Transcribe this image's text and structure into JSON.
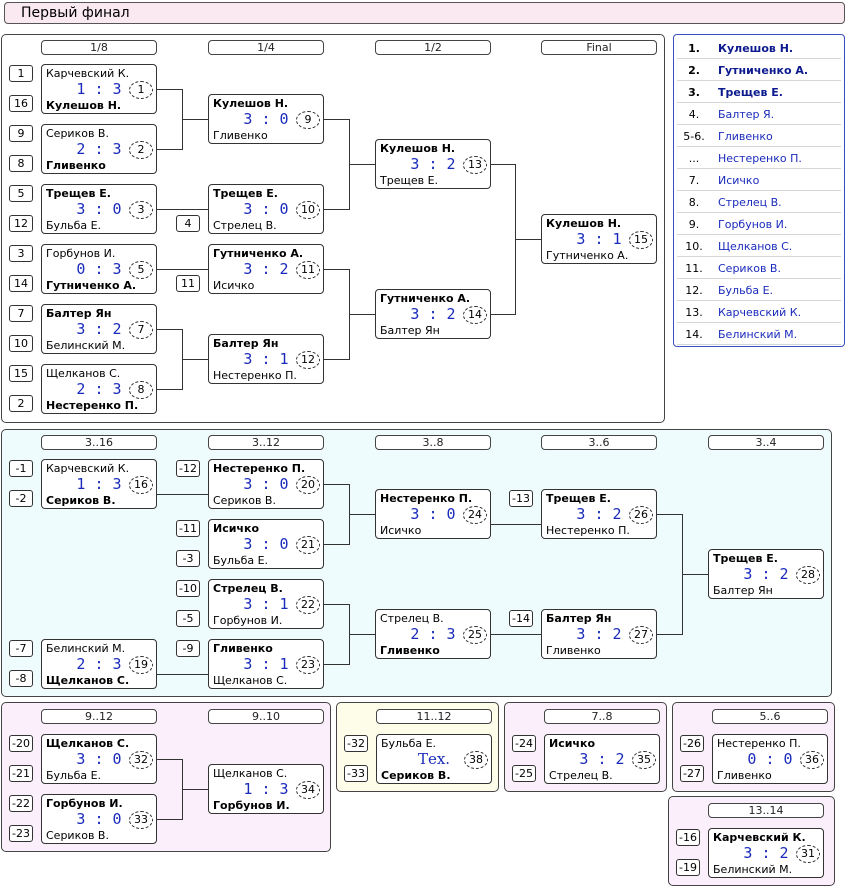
{
  "title": "Первый финал",
  "colors": {
    "accent": "#1a2bbb",
    "pink": "#fbe9f1",
    "cyan": "#effcfd",
    "lilac": "#fbeffb",
    "yellow": "#fefde9",
    "panel_border": "#3b4ec0"
  },
  "heads": {
    "r8": "1/8",
    "r4": "1/4",
    "r2": "1/2",
    "fin": "Final",
    "c16": "3..16",
    "c12": "3..12",
    "c8": "3..8",
    "c6": "3..6",
    "c4": "3..4",
    "p912": "9..12",
    "p910": "9..10",
    "p1112": "11..12",
    "p78": "7..8",
    "p56": "5..6",
    "p1314": "13..14"
  },
  "seeds": {
    "a": "1",
    "b": "16",
    "c": "9",
    "d": "8",
    "e": "5",
    "f": "12",
    "g": "3",
    "h": "14",
    "i": "7",
    "j": "10",
    "k": "15",
    "l": "2",
    "m": "4",
    "n": "11",
    "o": "-1",
    "p": "-2",
    "q": "-12",
    "r": "-11",
    "s": "-3",
    "t": "-10",
    "u": "-5",
    "v": "-9",
    "w": "-7",
    "x": "-8",
    "y": "-13",
    "z": "-14",
    "aa": "-20",
    "ab": "-21",
    "ac": "-22",
    "ad": "-23",
    "ae": "-32",
    "af": "-33",
    "ag": "-24",
    "ah": "-25",
    "ai": "-26",
    "aj": "-27",
    "ak": "-16",
    "al": "-19"
  },
  "matches": {
    "m1": {
      "p1": "Карчевский К.",
      "p2": "Кулешов Н.",
      "score": "1 : 3",
      "num": "1"
    },
    "m2": {
      "p1": "Сериков В.",
      "p2": "Гливенко",
      "score": "2 : 3",
      "num": "2"
    },
    "m3": {
      "p1": "Трещев Е.",
      "p2": "Бульба Е.",
      "score": "3 : 0",
      "num": "3"
    },
    "m5": {
      "p1": "Горбунов И.",
      "p2": "Гутниченко А.",
      "score": "0 : 3",
      "num": "5"
    },
    "m7": {
      "p1": "Балтер Ян",
      "p2": "Белинский М.",
      "score": "3 : 2",
      "num": "7"
    },
    "m8": {
      "p1": "Щелканов С.",
      "p2": "Нестеренко П.",
      "score": "2 : 3",
      "num": "8"
    },
    "m9": {
      "p1": "Кулешов Н.",
      "p2": "Гливенко",
      "score": "3 : 0",
      "num": "9"
    },
    "m10": {
      "p1": "Трещев Е.",
      "p2": "Стрелец В.",
      "score": "3 : 0",
      "num": "10"
    },
    "m11": {
      "p1": "Гутниченко А.",
      "p2": "Исичко",
      "score": "3 : 2",
      "num": "11"
    },
    "m12": {
      "p1": "Балтер Ян",
      "p2": "Нестеренко П.",
      "score": "3 : 1",
      "num": "12"
    },
    "m13": {
      "p1": "Кулешов Н.",
      "p2": "Трещев Е.",
      "score": "3 : 2",
      "num": "13"
    },
    "m14": {
      "p1": "Гутниченко А.",
      "p2": "Балтер Ян",
      "score": "3 : 2",
      "num": "14"
    },
    "m15": {
      "p1": "Кулешов Н.",
      "p2": "Гутниченко А.",
      "score": "3 : 1",
      "num": "15"
    },
    "m16": {
      "p1": "Карчевский К.",
      "p2": "Сериков В.",
      "score": "1 : 3",
      "num": "16"
    },
    "m20": {
      "p1": "Нестеренко П.",
      "p2": "Сериков В.",
      "score": "3 : 0",
      "num": "20"
    },
    "m21": {
      "p1": "Исичко",
      "p2": "Бульба Е.",
      "score": "3 : 0",
      "num": "21"
    },
    "m22": {
      "p1": "Стрелец В.",
      "p2": "Горбунов И.",
      "score": "3 : 1",
      "num": "22"
    },
    "m23": {
      "p1": "Гливенко",
      "p2": "Щелканов С.",
      "score": "3 : 1",
      "num": "23"
    },
    "m19": {
      "p1": "Белинский М.",
      "p2": "Щелканов С.",
      "score": "2 : 3",
      "num": "19"
    },
    "m24": {
      "p1": "Нестеренко П.",
      "p2": "Исичко",
      "score": "3 : 0",
      "num": "24"
    },
    "m25": {
      "p1": "Стрелец В.",
      "p2": "Гливенко",
      "score": "2 : 3",
      "num": "25"
    },
    "m26": {
      "p1": "Трещев Е.",
      "p2": "Нестеренко П.",
      "score": "3 : 2",
      "num": "26"
    },
    "m27": {
      "p1": "Балтер Ян",
      "p2": "Гливенко",
      "score": "3 : 2",
      "num": "27"
    },
    "m28": {
      "p1": "Трещев Е.",
      "p2": "Балтер Ян",
      "score": "3 : 2",
      "num": "28"
    },
    "m32": {
      "p1": "Щелканов С.",
      "p2": "Бульба Е.",
      "score": "3 : 0",
      "num": "32"
    },
    "m33": {
      "p1": "Горбунов И.",
      "p2": "Сериков В.",
      "score": "3 : 0",
      "num": "33"
    },
    "m34": {
      "p1": "Щелканов С.",
      "p2": "Горбунов И.",
      "score": "1 : 3",
      "num": "34"
    },
    "m38": {
      "p1": "Бульба Е.",
      "p2": "Сериков В.",
      "score": "Тех.",
      "num": "38"
    },
    "m35": {
      "p1": "Исичко",
      "p2": "Стрелец В.",
      "score": "3 : 2",
      "num": "35"
    },
    "m36": {
      "p1": "Нестеренко П.",
      "p2": "Гливенко",
      "score": "0 : 0",
      "num": "36"
    },
    "m31": {
      "p1": "Карчевский К.",
      "p2": "Белинский М.",
      "score": "3 : 2",
      "num": "31"
    }
  },
  "standings": [
    {
      "rank": "1.",
      "name": "Кулешов Н."
    },
    {
      "rank": "2.",
      "name": "Гутниченко А."
    },
    {
      "rank": "3.",
      "name": "Трещев Е."
    },
    {
      "rank": "4.",
      "name": "Балтер Я."
    },
    {
      "rank": "5-6.",
      "name": "Гливенко"
    },
    {
      "rank": "...",
      "name": "Нестеренко П."
    },
    {
      "rank": "7.",
      "name": "Исичко"
    },
    {
      "rank": "8.",
      "name": "Стрелец В."
    },
    {
      "rank": "9.",
      "name": "Горбунов И."
    },
    {
      "rank": "10.",
      "name": "Щелканов С."
    },
    {
      "rank": "11.",
      "name": "Сериков В."
    },
    {
      "rank": "12.",
      "name": "Бульба Е."
    },
    {
      "rank": "13.",
      "name": "Карчевский К."
    },
    {
      "rank": "14.",
      "name": "Белинский М."
    }
  ]
}
